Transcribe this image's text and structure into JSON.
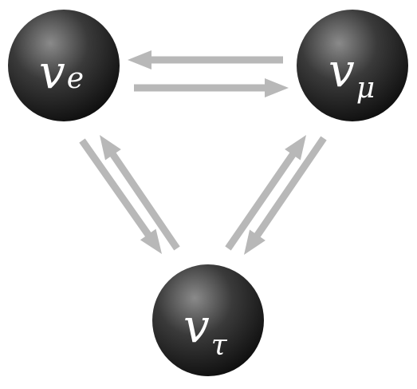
{
  "diagram": {
    "nodes": [
      {
        "id": "nu_e",
        "symbol": "v",
        "subscript": "e"
      },
      {
        "id": "nu_mu",
        "symbol": "v",
        "subscript": "μ"
      },
      {
        "id": "nu_tau",
        "symbol": "v",
        "subscript": "τ"
      }
    ],
    "edges": [
      {
        "from": "nu_mu",
        "to": "nu_e"
      },
      {
        "from": "nu_e",
        "to": "nu_mu"
      },
      {
        "from": "nu_e",
        "to": "nu_tau"
      },
      {
        "from": "nu_tau",
        "to": "nu_e"
      },
      {
        "from": "nu_tau",
        "to": "nu_mu"
      },
      {
        "from": "nu_mu",
        "to": "nu_tau"
      }
    ],
    "colors": {
      "arrow": "#b8b8b8",
      "node_highlight": "#8a8a8a",
      "node_mid": "#3a3a3a",
      "node_dark": "#0d0d0d",
      "label": "#ffffff"
    }
  }
}
